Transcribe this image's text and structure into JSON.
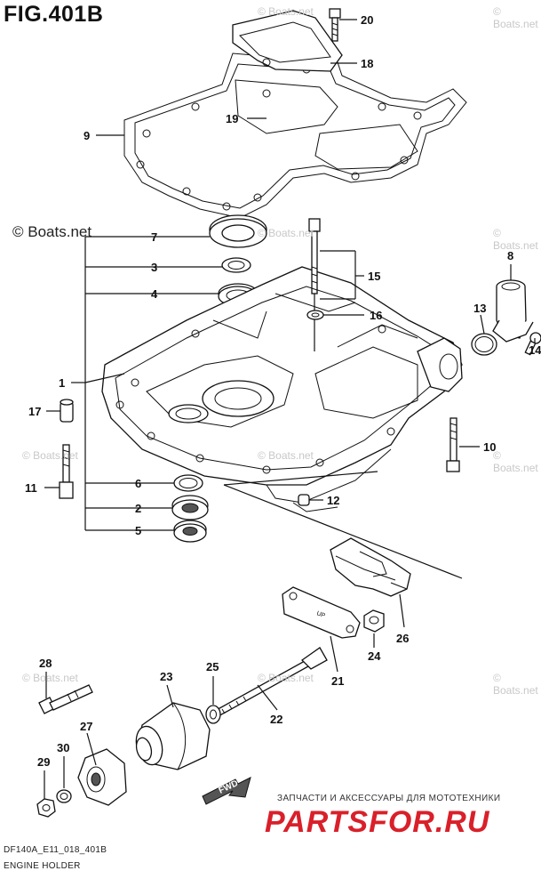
{
  "figure": {
    "title": "FIG.401B",
    "copyright": "© Boats.net",
    "watermark": "© Boats.net",
    "model_code": "DF140A_E11_018_401B",
    "caption": "ENGINE HOLDER"
  },
  "callouts": {
    "c1": "1",
    "c2": "2",
    "c3": "3",
    "c4": "4",
    "c5": "5",
    "c6": "6",
    "c7": "7",
    "c8": "8",
    "c9": "9",
    "c10": "10",
    "c11": "11",
    "c12": "12",
    "c13": "13",
    "c14": "14",
    "c15": "15",
    "c16": "16",
    "c17": "17",
    "c18": "18",
    "c19": "19",
    "c20": "20",
    "c21": "21",
    "c22": "22",
    "c23": "23",
    "c24": "24",
    "c25": "25",
    "c26": "26",
    "c27": "27",
    "c28": "28",
    "c29": "29",
    "c30": "30"
  },
  "labels": {
    "fwd": "FWD",
    "up": "UP"
  },
  "advert": {
    "tagline": "ЗАПЧАСТИ И АКСЕССУАРЫ ДЛЯ МОТОТЕХНИКИ",
    "brand": "PARTSFOR.RU"
  },
  "colors": {
    "line": "#111111",
    "watermark": "#c8c8c8",
    "brand_red": "#d9202a"
  }
}
